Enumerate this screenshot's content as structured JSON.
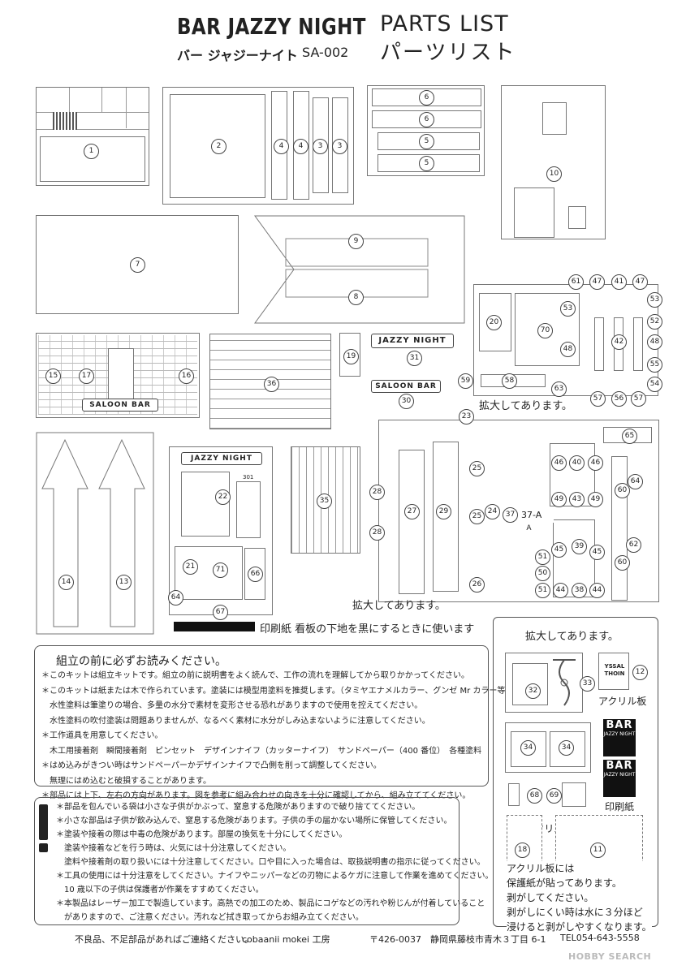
{
  "header": {
    "title_en": "BAR JAZZY NIGHT",
    "title_jp": "バー ジャジーナイト",
    "code": "SA-002",
    "parts_list_en": "PARTS LIST",
    "parts_list_jp": "パーツリスト"
  },
  "parts": {
    "p1": "1",
    "p2": "2",
    "p3a": "3",
    "p3b": "3",
    "p4a": "4",
    "p4b": "4",
    "p5a": "5",
    "p5b": "5",
    "p6a": "6",
    "p6b": "6",
    "p7": "7",
    "p8": "8",
    "p9": "9",
    "p10": "10",
    "p13": "13",
    "p14": "14",
    "p15": "15",
    "p16": "16",
    "p17": "17",
    "p19": "19",
    "p20": "20",
    "p21": "21",
    "p22": "22",
    "p23": "23",
    "p24": "24",
    "p25a": "25",
    "p25b": "25",
    "p26": "26",
    "p27": "27",
    "p28a": "28",
    "p28b": "28",
    "p29": "29",
    "p30": "30",
    "p31": "31",
    "p35": "35",
    "p36": "36",
    "p37": "37",
    "p37a": "37-A",
    "p38": "38",
    "p39": "39",
    "p40": "40",
    "p41": "41",
    "p42": "42",
    "p43": "43",
    "p44a": "44",
    "p44b": "44",
    "p45a": "45",
    "p45b": "45",
    "p46a": "46",
    "p46b": "46",
    "p47a": "47",
    "p47b": "47",
    "p48a": "48",
    "p48b": "48",
    "p49a": "49",
    "p49b": "49",
    "p50": "50",
    "p51a": "51",
    "p51b": "51",
    "p52": "52",
    "p53a": "53",
    "p53b": "53",
    "p54": "54",
    "p55": "55",
    "p56": "56",
    "p57a": "57",
    "p57b": "57",
    "p58": "58",
    "p59": "59",
    "p60a": "60",
    "p60b": "60",
    "p61": "61",
    "p62": "62",
    "p63": "63",
    "p64a": "64",
    "p64b": "64",
    "p65": "65",
    "p66": "66",
    "p67": "67",
    "p70": "70",
    "p71": "71",
    "p12": "12",
    "p32": "32",
    "p33": "33",
    "p34a": "34",
    "p34b": "34",
    "p68": "68",
    "p69": "69",
    "p18": "18",
    "p11": "11"
  },
  "signs": {
    "jazzy_night": "JAZZY NIGHT",
    "saloon_bar": "SALOON BAR",
    "saloon_bar_wall": "SALOON BAR",
    "jazzy_night_front": "JAZZY NIGHT",
    "bar": "BAR",
    "jazzy_small": "JAZZY NIGHT",
    "door_num": "301",
    "acrylic_sign": "YSSAL THOIN"
  },
  "labels": {
    "enlarged1": "拡大してあります。",
    "enlarged2": "拡大してあります。",
    "enlarged3": "拡大してあります。",
    "print_paper_note": "印刷紙 看板の下地を黒にするときに使います",
    "acrylic1": "アクリル板",
    "print_paper": "印刷紙",
    "acrylic2": "アクリル板",
    "protect_lines": [
      "アクリル板には",
      "保護紙が貼ってあります。",
      "剥がしてください。",
      "剥がしにくい時は水に３分ほど",
      "浸けると剥がしやすくなります。"
    ]
  },
  "instructions": {
    "heading": "組立の前に必ずお読みください。",
    "lines": [
      "＊このキットは組立キットです。組立の前に説明書をよく読んで、工作の流れを理解してから取りかかってください。",
      "＊このキットは紙または木で作られています。塗装には模型用塗料を推奨します。（タミヤエナメルカラー、グンゼ Mr カラー等）",
      "　水性塗料は筆塗りの場合、多量の水分で素材を変形させる恐れがありますので使用を控えてください。",
      "　水性塗料の吹付塗装は問題ありませんが、なるべく素材に水分がしみ込まないように注意してください。",
      "＊工作道具を用意してください。",
      "　木工用接着剤　瞬間接着剤　ピンセット　デザインナイフ（カッターナイフ）　サンドペーパー（400 番位）　各種塗料",
      "＊はめ込みがきつい時はサンドペーパーかデザインナイフで凸側を削って調整してください。",
      "　無理にはめ込むと破損することがあります。",
      "＊部品には上下、左右の方向があります。図を参考に組み合わせの向きを十分に確認してから、組み立ててください。"
    ]
  },
  "warnings": {
    "lines": [
      "＊部品を包んでいる袋は小さな子供がかぶって、窒息する危険がありますので破り捨ててください。",
      "＊小さな部品は子供が飲み込んで、窒息する危険があります。子供の手の届かない場所に保管してください。",
      "＊塗装や接着の際は中毒の危険があります。部屋の換気を十分にしてください。",
      "　塗装や接着などを行う時は、火気には十分注意してください。",
      "　塗料や接着剤の取り扱いには十分注意してください。口や目に入った場合は、取扱説明書の指示に従ってください。",
      "＊工具の使用には十分注意をしてください。ナイフやニッパーなどの刃物によるケガに注意して作業を進めてください。",
      "　10 歳以下の子供は保護者が作業をすすめてください。",
      "＊本製品はレーザー加工で製造しています。高熱での加工のため、製品にコゲなどの汚れや粉じんが付着していること",
      "　がありますので、ご注意ください。汚れなど拭き取ってからお組み立てください。"
    ]
  },
  "footer": {
    "contact": "不良品、不足部品があればご連絡ください。",
    "company": "cobaanii mokei 工房",
    "postal": "〒426-0037",
    "address": "静岡県藤枝市青木３丁目 6-1",
    "tel": "TEL054-643-5558",
    "watermark": "HOBBY SEARCH"
  }
}
